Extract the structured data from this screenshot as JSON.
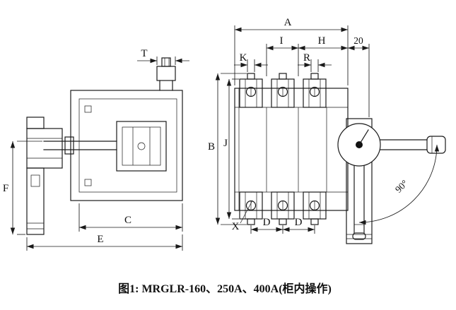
{
  "colors": {
    "ink": "#1a1a1a",
    "paper": "#ffffff"
  },
  "caption": "图1: MRGLR-160、250A、400A(柜内操作)",
  "side_view": {
    "labels": {
      "T": "T",
      "F": "F",
      "C": "C",
      "E": "E"
    }
  },
  "front_view": {
    "labels": {
      "A": "A",
      "I": "I",
      "H": "H",
      "offset_20": "20",
      "K": "K",
      "R": "R",
      "B": "B",
      "J": "J",
      "X": "X",
      "D_left": "D",
      "D_right": "D",
      "rotation": "90°"
    }
  }
}
